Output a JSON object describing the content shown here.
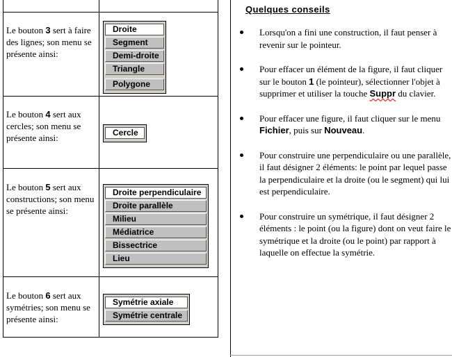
{
  "rows": [
    {
      "pre": "Le bouton ",
      "num": "3",
      "post": " sert à faire des lignes; son menu se présente ainsi:",
      "menu": [
        "Droite",
        "Segment",
        "Demi-droite",
        "Triangle",
        "Polygone"
      ]
    },
    {
      "pre": "Le bouton ",
      "num": "4",
      "post": " sert aux cercles; son menu se présente ainsi:",
      "menu": [
        "Cercle"
      ]
    },
    {
      "pre": "Le bouton ",
      "num": "5",
      "post": " sert aux constructions; son menu se présente ainsi:",
      "menu": [
        "Droite perpendiculaire",
        "Droite parallèle",
        "Milieu",
        "Médiatrice",
        "Bissectrice",
        "Lieu"
      ]
    },
    {
      "pre": "Le bouton ",
      "num": "6",
      "post": " sert aux symétries; son menu se présente ainsi:",
      "menu": [
        "Symétrie axiale",
        "Symétrie centrale"
      ]
    }
  ],
  "conseils": {
    "title": "Quelques conseils",
    "tip1": "Lorsqu'on a fini une construction, il faut penser à revenir sur le pointeur.",
    "tip2_a": "Pour effacer un élément de la figure, il faut cliquer sur le bouton ",
    "tip2_num": "1",
    "tip2_b": " (le pointeur), sélectionner l'objet à supprimer et utiliser la touche ",
    "tip2_key": "Suppr",
    "tip2_c": " du clavier.",
    "tip3_a": "Pour effacer une figure, il faut cliquer sur le menu ",
    "tip3_menu": "Fichier",
    "tip3_b": ", puis sur ",
    "tip3_cmd": "Nouveau",
    "tip3_c": ".",
    "tip4": "Pour construire une perpendiculaire ou une parallèle, il faut désigner 2 éléments: le point par lequel passe la perpendiculaire et la droite (ou le segment) qui lui est perpendiculaire.",
    "tip5": "Pour construire un symétrique, il faut désigner 2 éléments : le point (ou la figure) dont on veut faire le symétrique et la droite (ou le point) par rapport à laquelle on effectue la symétrie."
  }
}
